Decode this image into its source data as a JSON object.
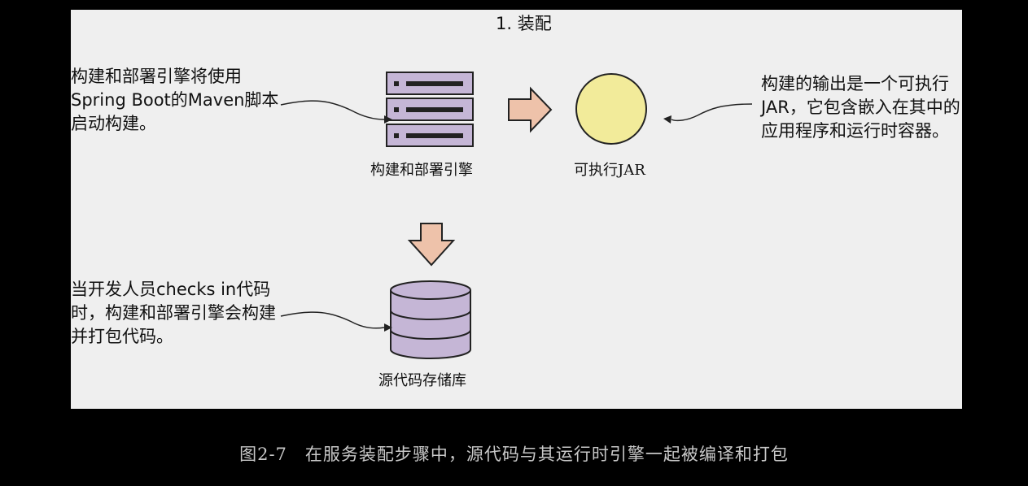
{
  "diagram": {
    "title": "1. 装配",
    "notes": {
      "left_top": "构建和部署引擎将使用Spring Boot的Maven脚本启动构建。",
      "left_bottom": "当开发人员checks in代码时，构建和部署引擎会构建并打包代码。",
      "right": "构建的输出是一个可执行JAR，它包含嵌入在其中的应用程序和运行时容器。"
    },
    "nodes": {
      "engine": "构建和部署引擎",
      "jar": "可执行JAR",
      "repo": "源代码存储库"
    },
    "colors": {
      "server": "#c5b6d6",
      "database": "#c5b6d6",
      "arrow_fill": "#eec2aa",
      "jar_circle": "#f2eb9a"
    }
  },
  "caption": "图2-7　在服务装配步骤中，源代码与其运行时引擎一起被编译和打包"
}
